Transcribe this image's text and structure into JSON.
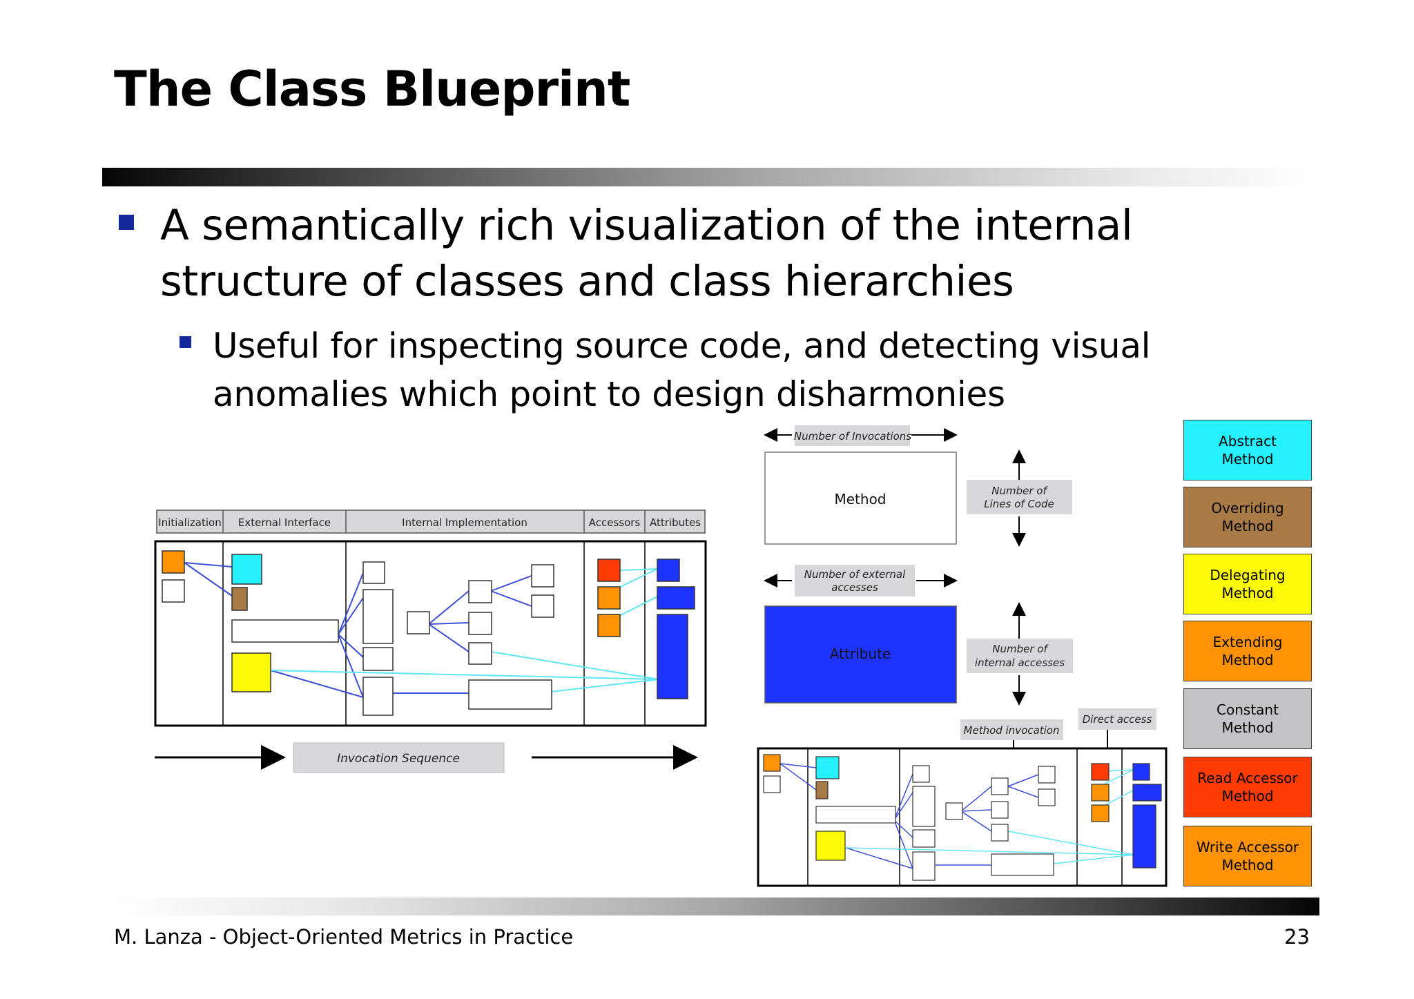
{
  "slide": {
    "title": "The Class Blueprint",
    "bullets": [
      {
        "text": "A semantically rich visualization of the internal structure of classes and class hierarchies"
      },
      {
        "text": "Useful for inspecting source code, and detecting visual anomalies which point to design disharmonies"
      }
    ],
    "footer_left": "M. Lanza - Object-Oriented Metrics in Practice",
    "page_number": "23"
  },
  "blueprint": {
    "columns": [
      "Initialization",
      "External Interface",
      "Internal Implementation",
      "Accessors",
      "Attributes"
    ],
    "invocation_sequence": "Invocation Sequence"
  },
  "metrics_diagram": {
    "number_of_invocations": "Number of Invocations",
    "method": "Method",
    "lines_of_code_line1": "Number of",
    "lines_of_code_line2": "Lines of Code",
    "external_accesses_line1": "Number of external",
    "external_accesses_line2": "accesses",
    "attribute": "Attribute",
    "internal_accesses_line1": "Number of",
    "internal_accesses_line2": "internal accesses",
    "method_invocation": "Method invocation",
    "direct_access": "Direct access"
  },
  "legend": [
    {
      "line1": "Abstract",
      "line2": "Method",
      "color": "#26f2ff"
    },
    {
      "line1": "Overriding",
      "line2": "Method",
      "color": "#a87a46"
    },
    {
      "line1": "Delegating",
      "line2": "Method",
      "color": "#fdfa05"
    },
    {
      "line1": "Extending",
      "line2": "Method",
      "color": "#ff9305"
    },
    {
      "line1": "Constant",
      "line2": "Method",
      "color": "#c4c4c6"
    },
    {
      "line1": "Read Accessor",
      "line2": "Method",
      "color": "#fd3c05"
    },
    {
      "line1": "Write Accessor",
      "line2": "Method",
      "color": "#ff9305"
    }
  ],
  "colors": {
    "attribute_blue": "#1e33ff",
    "link_blue": "#3b4fd8",
    "link_cyan": "#5fe6f5",
    "label_gray": "#d8d8da",
    "bullet_blue": "#14289c"
  }
}
